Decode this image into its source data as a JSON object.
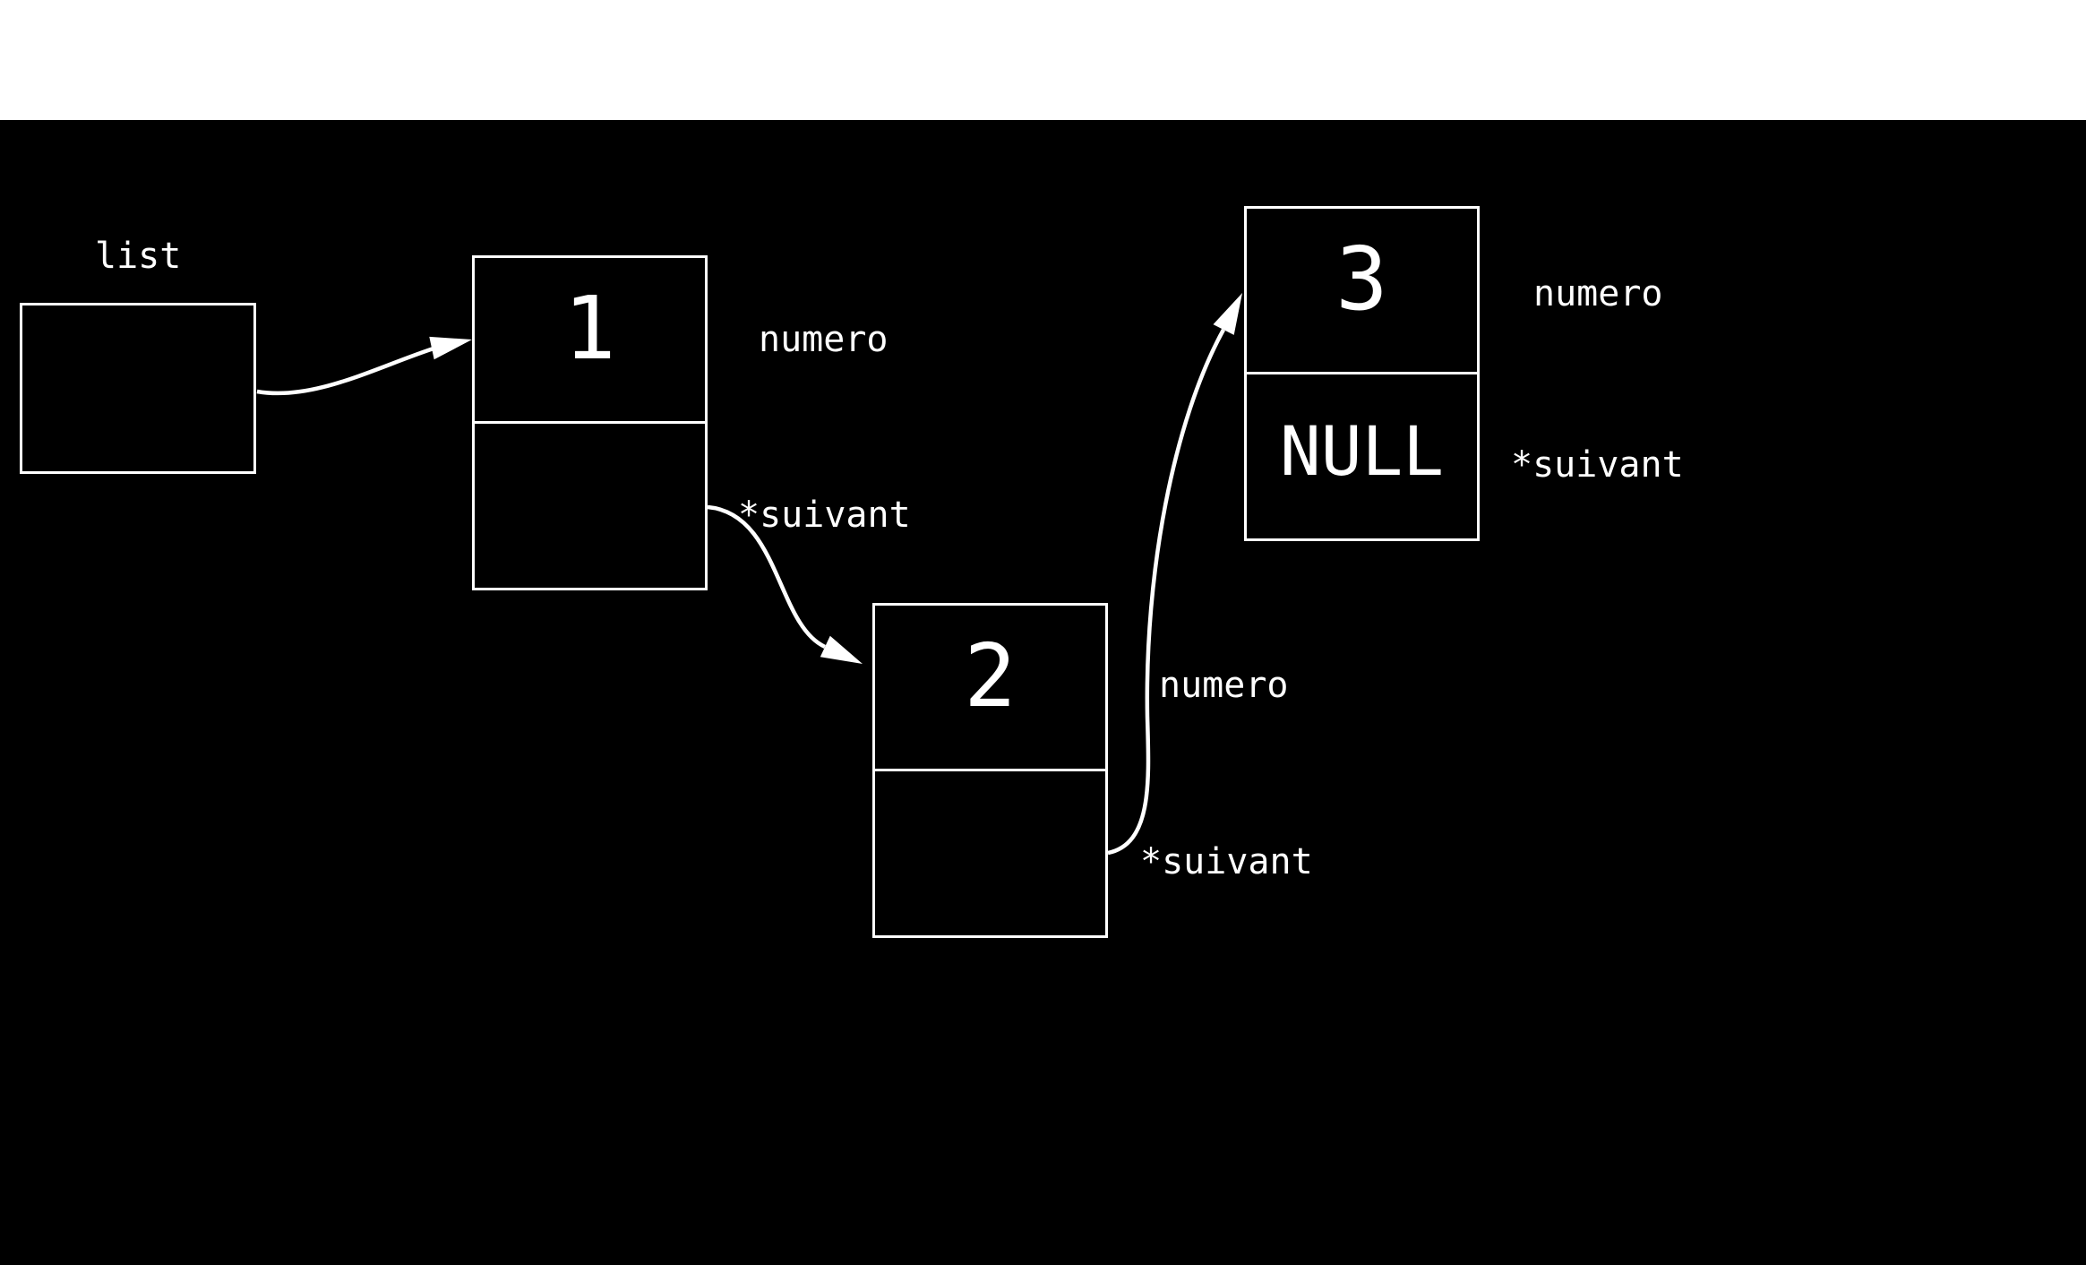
{
  "colors": {
    "background": "#000000",
    "foreground": "#ffffff",
    "top_bar": "#ffffff"
  },
  "diagram": {
    "pointer": {
      "label": "list"
    },
    "nodes": [
      {
        "name": "node-1",
        "value": "1",
        "value_field_label": "numero",
        "next_field_label": "*suivant",
        "next_value": ""
      },
      {
        "name": "node-2",
        "value": "2",
        "value_field_label": "numero",
        "next_field_label": "*suivant",
        "next_value": ""
      },
      {
        "name": "node-3",
        "value": "3",
        "value_field_label": "numero",
        "next_field_label": "*suivant",
        "next_value": "NULL"
      }
    ],
    "arrows": [
      {
        "name": "arrow-list-to-node-1",
        "from": "list",
        "to": "node-1"
      },
      {
        "name": "arrow-node-1-to-node-2",
        "from": "node-1 *suivant",
        "to": "node-2"
      },
      {
        "name": "arrow-node-2-to-node-3",
        "from": "node-2 *suivant",
        "to": "node-3"
      }
    ]
  }
}
